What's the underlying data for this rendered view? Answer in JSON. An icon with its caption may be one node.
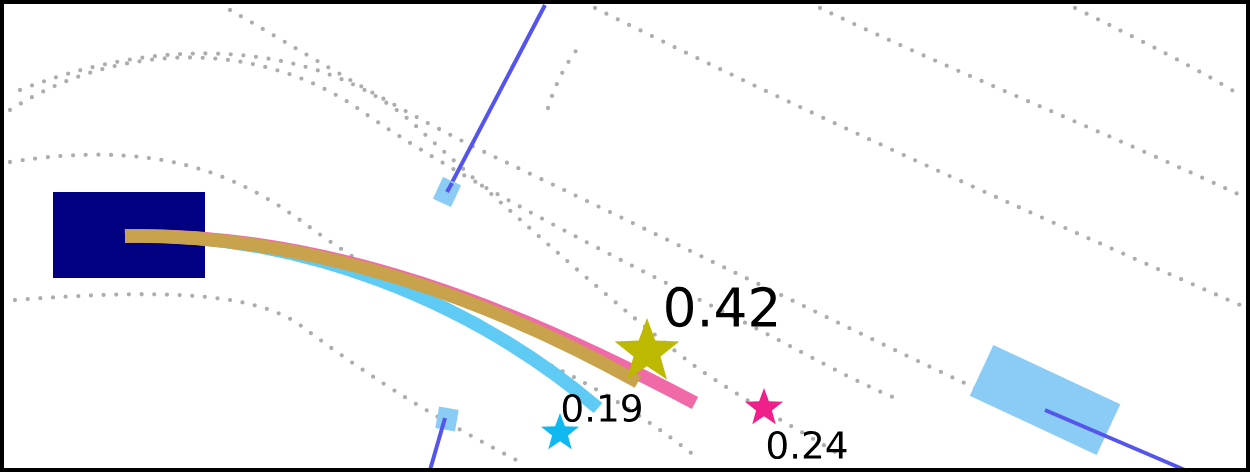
{
  "diagram": {
    "labels": [
      "0.42",
      "0.19",
      "0.24"
    ]
  }
}
